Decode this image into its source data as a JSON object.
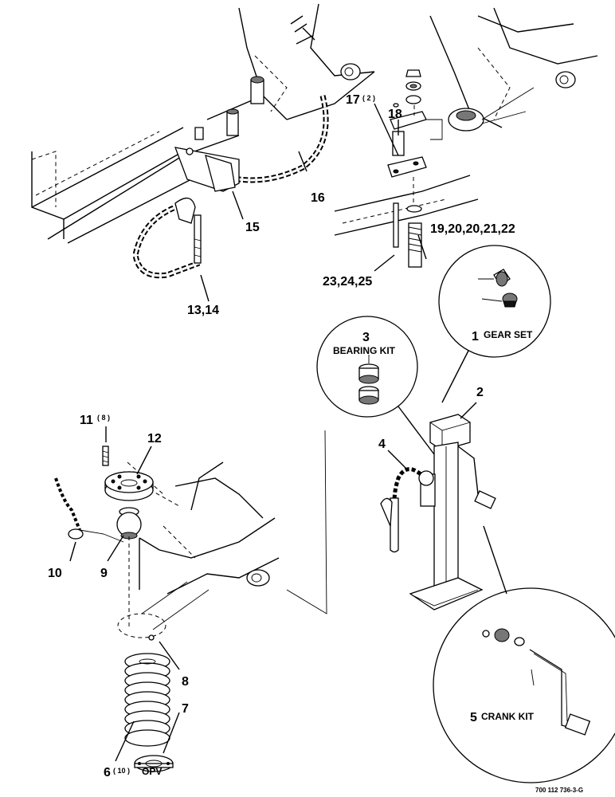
{
  "callouts": {
    "c1": "1",
    "c1_text": "GEAR SET",
    "c2": "2",
    "c3": "3",
    "c3_text": "BEARING KIT",
    "c4": "4",
    "c5": "5",
    "c5_text": "CRANK KIT",
    "c6": "6",
    "c6_qty": "( 10 )",
    "c6_suffix": "OPV",
    "c7": "7",
    "c8": "8",
    "c9": "9",
    "c10": "10",
    "c11": "11",
    "c11_qty": "( 8 )",
    "c12": "12",
    "c13": "13,14",
    "c15": "15",
    "c16": "16",
    "c17": "17",
    "c17_qty": "( 2 )",
    "c18": "18",
    "c19": "19,20,20,21,22",
    "c23": "23,24,25"
  },
  "drawing_number": "700 112 736-3-G",
  "icons": [
    "frame-tongue",
    "safety-chain",
    "clevis",
    "jack-stand",
    "gear-set",
    "bearing-kit",
    "crank-kit",
    "swivel-plate",
    "spring-stack"
  ]
}
